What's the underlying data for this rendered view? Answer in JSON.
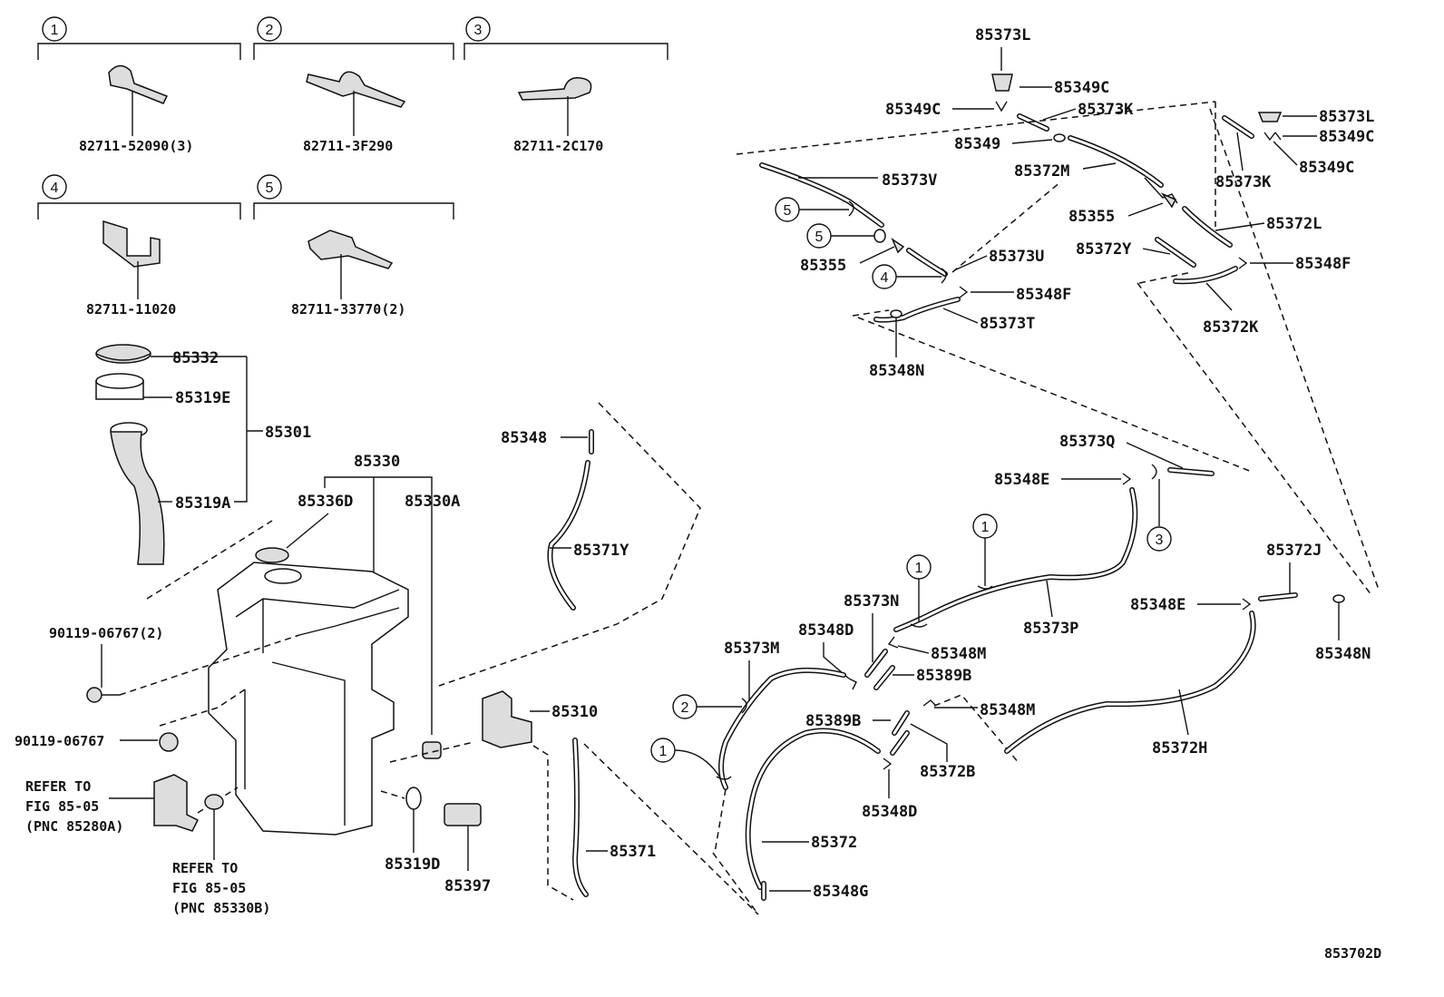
{
  "variants": [
    {
      "num": "1",
      "part": "82711-52090(3)"
    },
    {
      "num": "2",
      "part": "82711-3F290"
    },
    {
      "num": "3",
      "part": "82711-2C170"
    },
    {
      "num": "4",
      "part": "82711-11020"
    },
    {
      "num": "5",
      "part": "82711-33770(2)"
    }
  ],
  "labels": {
    "l85332": "85332",
    "l85319E": "85319E",
    "l85301": "85301",
    "l85319A": "85319A",
    "l85330": "85330",
    "l85336D": "85336D",
    "l85330A": "85330A",
    "l90119a": "90119-06767(2)",
    "l90119b": "90119-06767",
    "l85348": "85348",
    "l85371Y": "85371Y",
    "l85310": "85310",
    "l85371": "85371",
    "l85319D": "85319D",
    "l85397": "85397",
    "l85373L_a": "85373L",
    "l85349C_a": "85349C",
    "l85349C_b": "85349C",
    "l85373K_a": "85373K",
    "l85349": "85349",
    "l85372M": "85372M",
    "l85373V": "85373V",
    "l85355_a": "85355",
    "l85355_b": "85355",
    "l85373U": "85373U",
    "l85348F_a": "85348F",
    "l85373T": "85373T",
    "l85348N_a": "85348N",
    "l85373L_b": "85373L",
    "l85349C_c": "85349C",
    "l85349C_d": "85349C",
    "l85373K_b": "85373K",
    "l85372L": "85372L",
    "l85372Y": "85372Y",
    "l85348F_b": "85348F",
    "l85372K": "85372K",
    "l85373Q": "85373Q",
    "l85348E_a": "85348E",
    "l85373N": "85373N",
    "l85348D_a": "85348D",
    "l85348M_a": "85348M",
    "l85389B_a": "85389B",
    "l85373P": "85373P",
    "l85373M": "85373M",
    "l85389B_b": "85389B",
    "l85348M_b": "85348M",
    "l85372B": "85372B",
    "l85348D_b": "85348D",
    "l85372": "85372",
    "l85348G": "85348G",
    "l85372J": "85372J",
    "l85348E_b": "85348E",
    "l85348N_b": "85348N",
    "l85372H": "85372H"
  },
  "callouts": {
    "c1a": "1",
    "c1b": "1",
    "c1c": "1",
    "c2": "2",
    "c3": "3",
    "c4": "4",
    "c5a": "5",
    "c5b": "5"
  },
  "refs": {
    "ref1": [
      "REFER TO",
      "FIG 85-05",
      "(PNC 85280A)"
    ],
    "ref2": [
      "REFER TO",
      "FIG 85-05",
      "(PNC 85330B)"
    ]
  },
  "figure_id": "853702D"
}
